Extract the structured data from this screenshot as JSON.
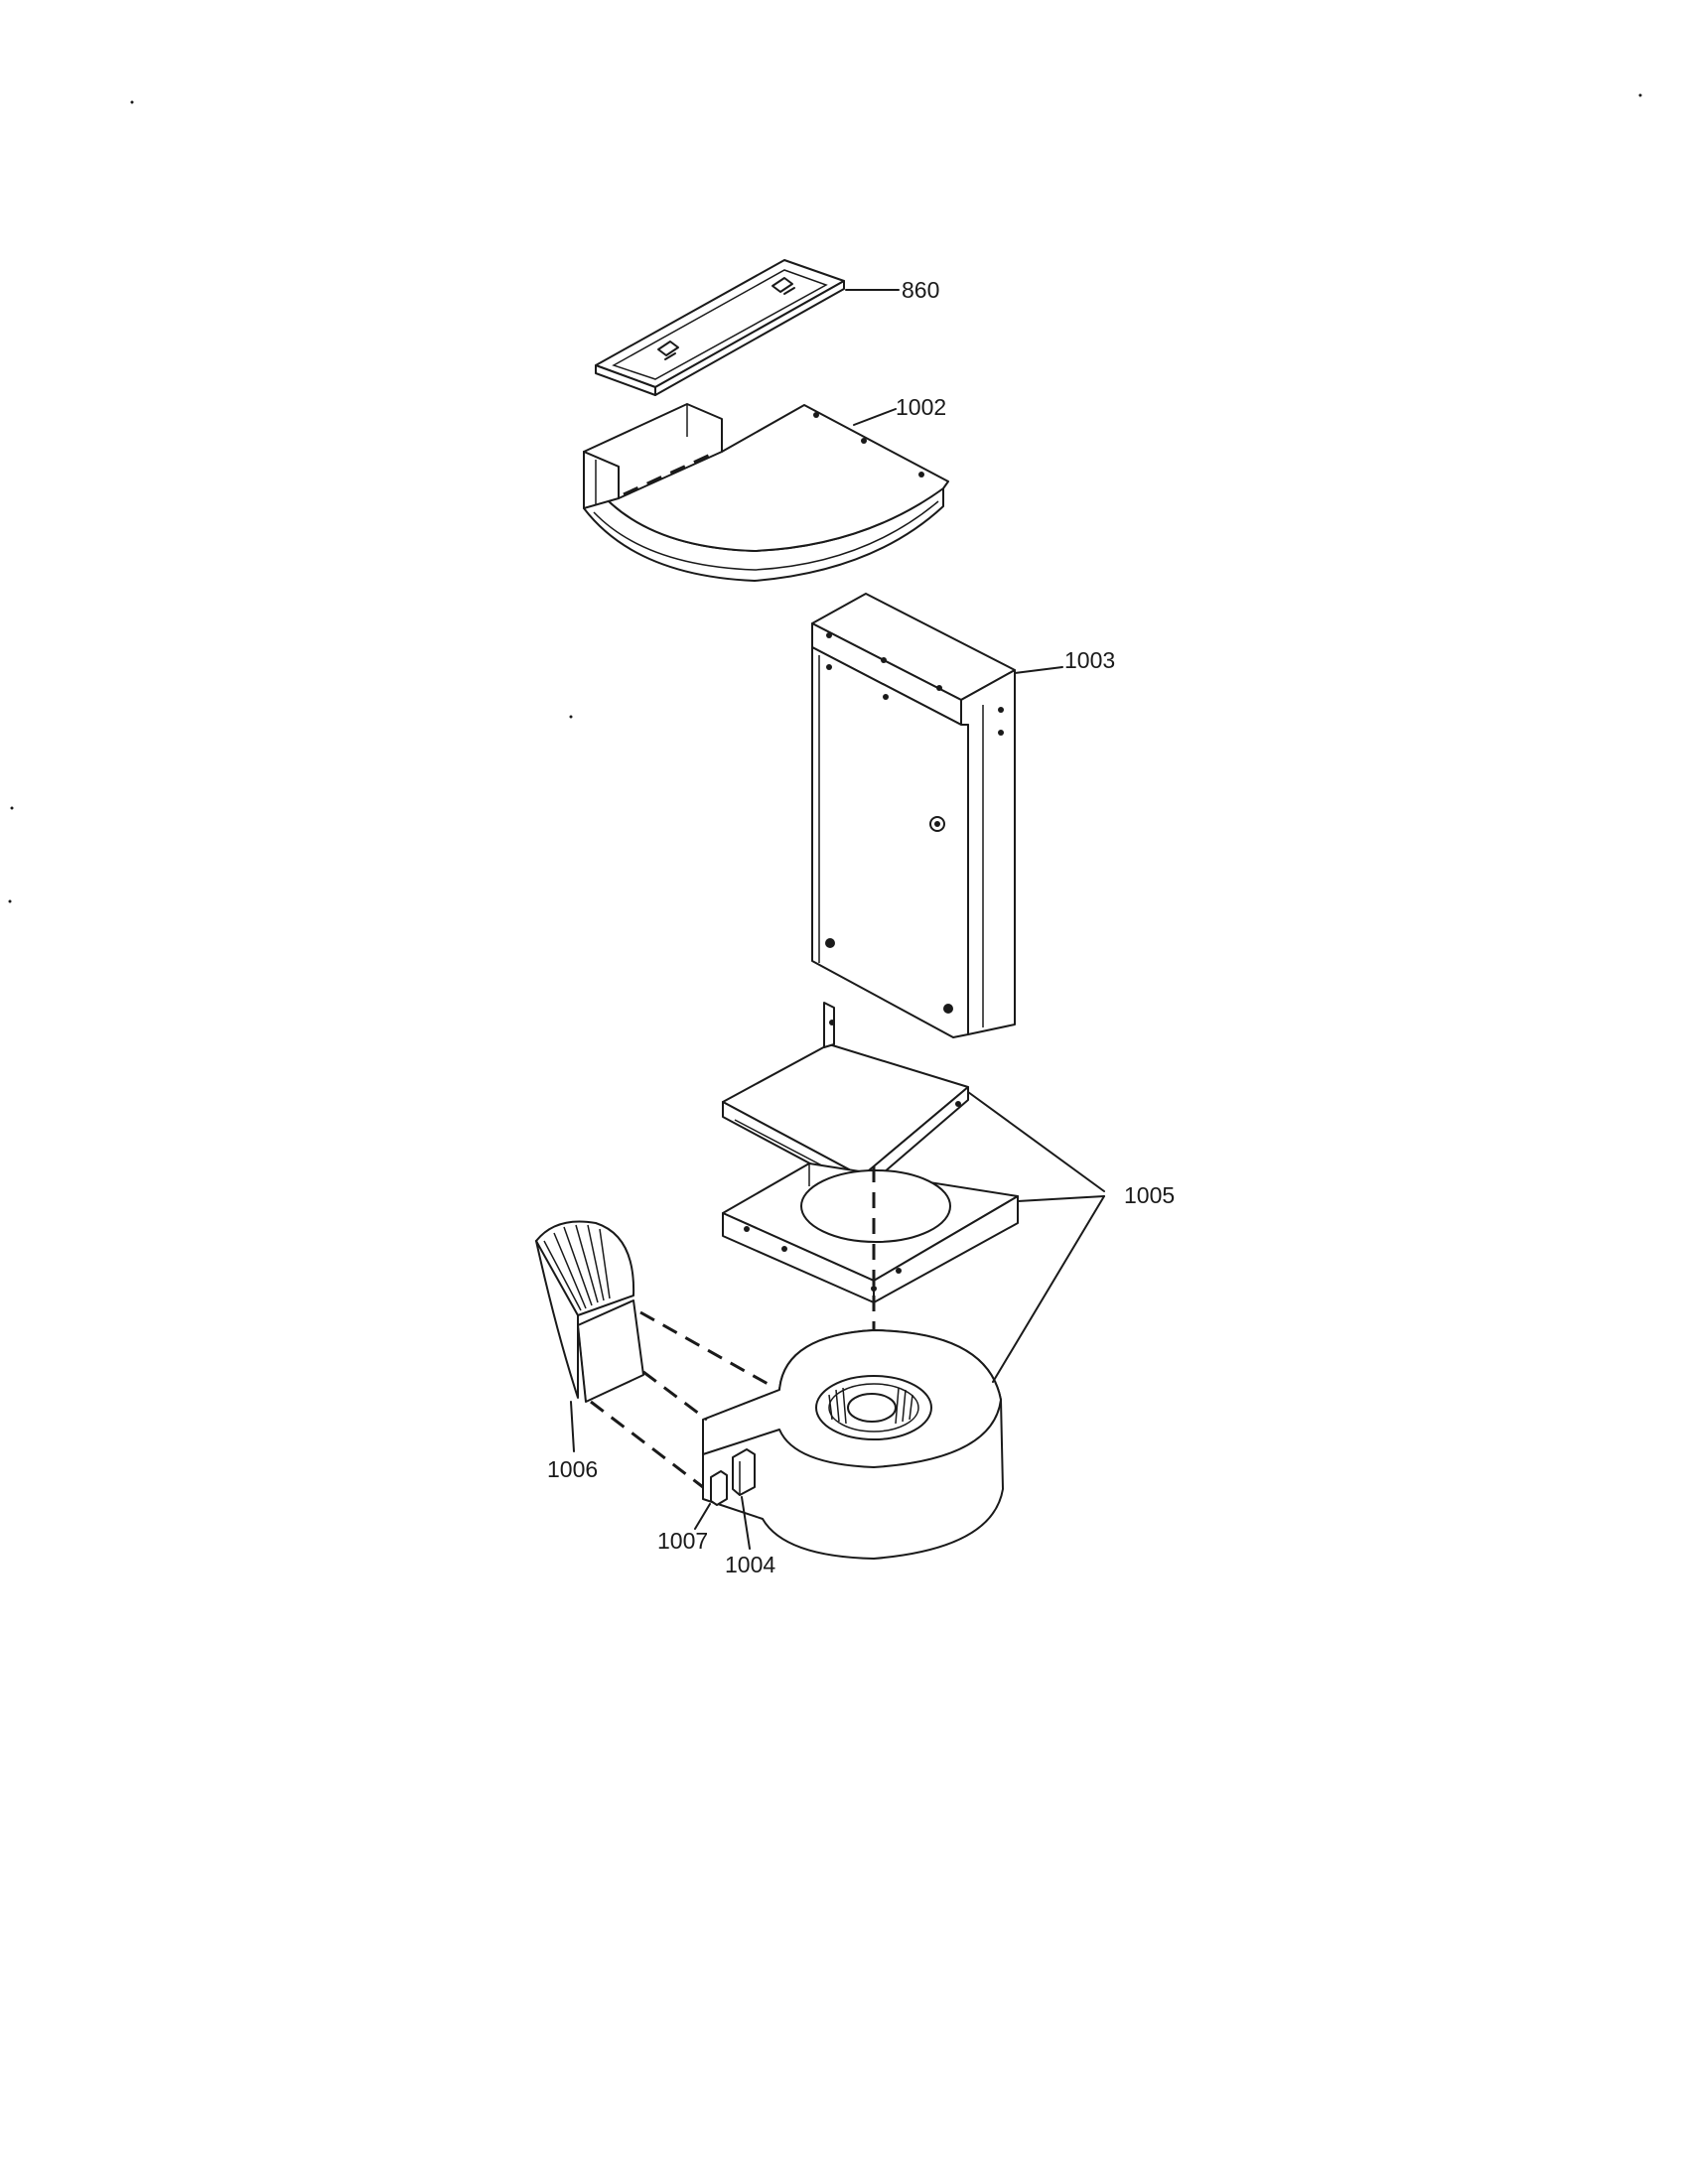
{
  "labels": {
    "p860": "860",
    "p1002": "1002",
    "p1003": "1003",
    "p1004": "1004",
    "p1005": "1005",
    "p1006": "1006",
    "p1007": "1007"
  }
}
